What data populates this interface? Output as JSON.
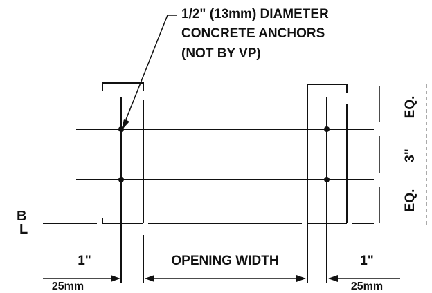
{
  "callout": {
    "line1": "1/2\" (13mm) DIAMETER",
    "line2": "CONCRETE ANCHORS",
    "line3": "(NOT BY VP)"
  },
  "dimensions": {
    "left_imperial": "1\"",
    "left_metric": "25mm",
    "opening": "OPENING WIDTH",
    "right_imperial": "1\"",
    "right_metric": "25mm",
    "vertical_top": "EQ.",
    "vertical_middle": "3\"",
    "vertical_bottom": "EQ."
  },
  "baseline_marker": {
    "top": "B",
    "bottom": "L"
  }
}
